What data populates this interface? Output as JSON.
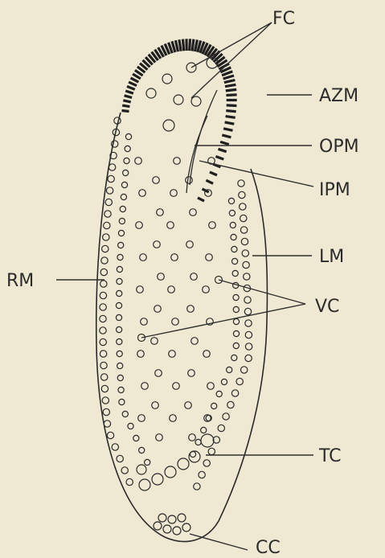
{
  "figure": {
    "labels": {
      "fc": "FC",
      "azm": "AZM",
      "opm": "OPM",
      "ipm": "IPM",
      "lm": "LM",
      "rm": "RM",
      "vc": "VC",
      "tc": "TC",
      "cc": "CC"
    }
  }
}
